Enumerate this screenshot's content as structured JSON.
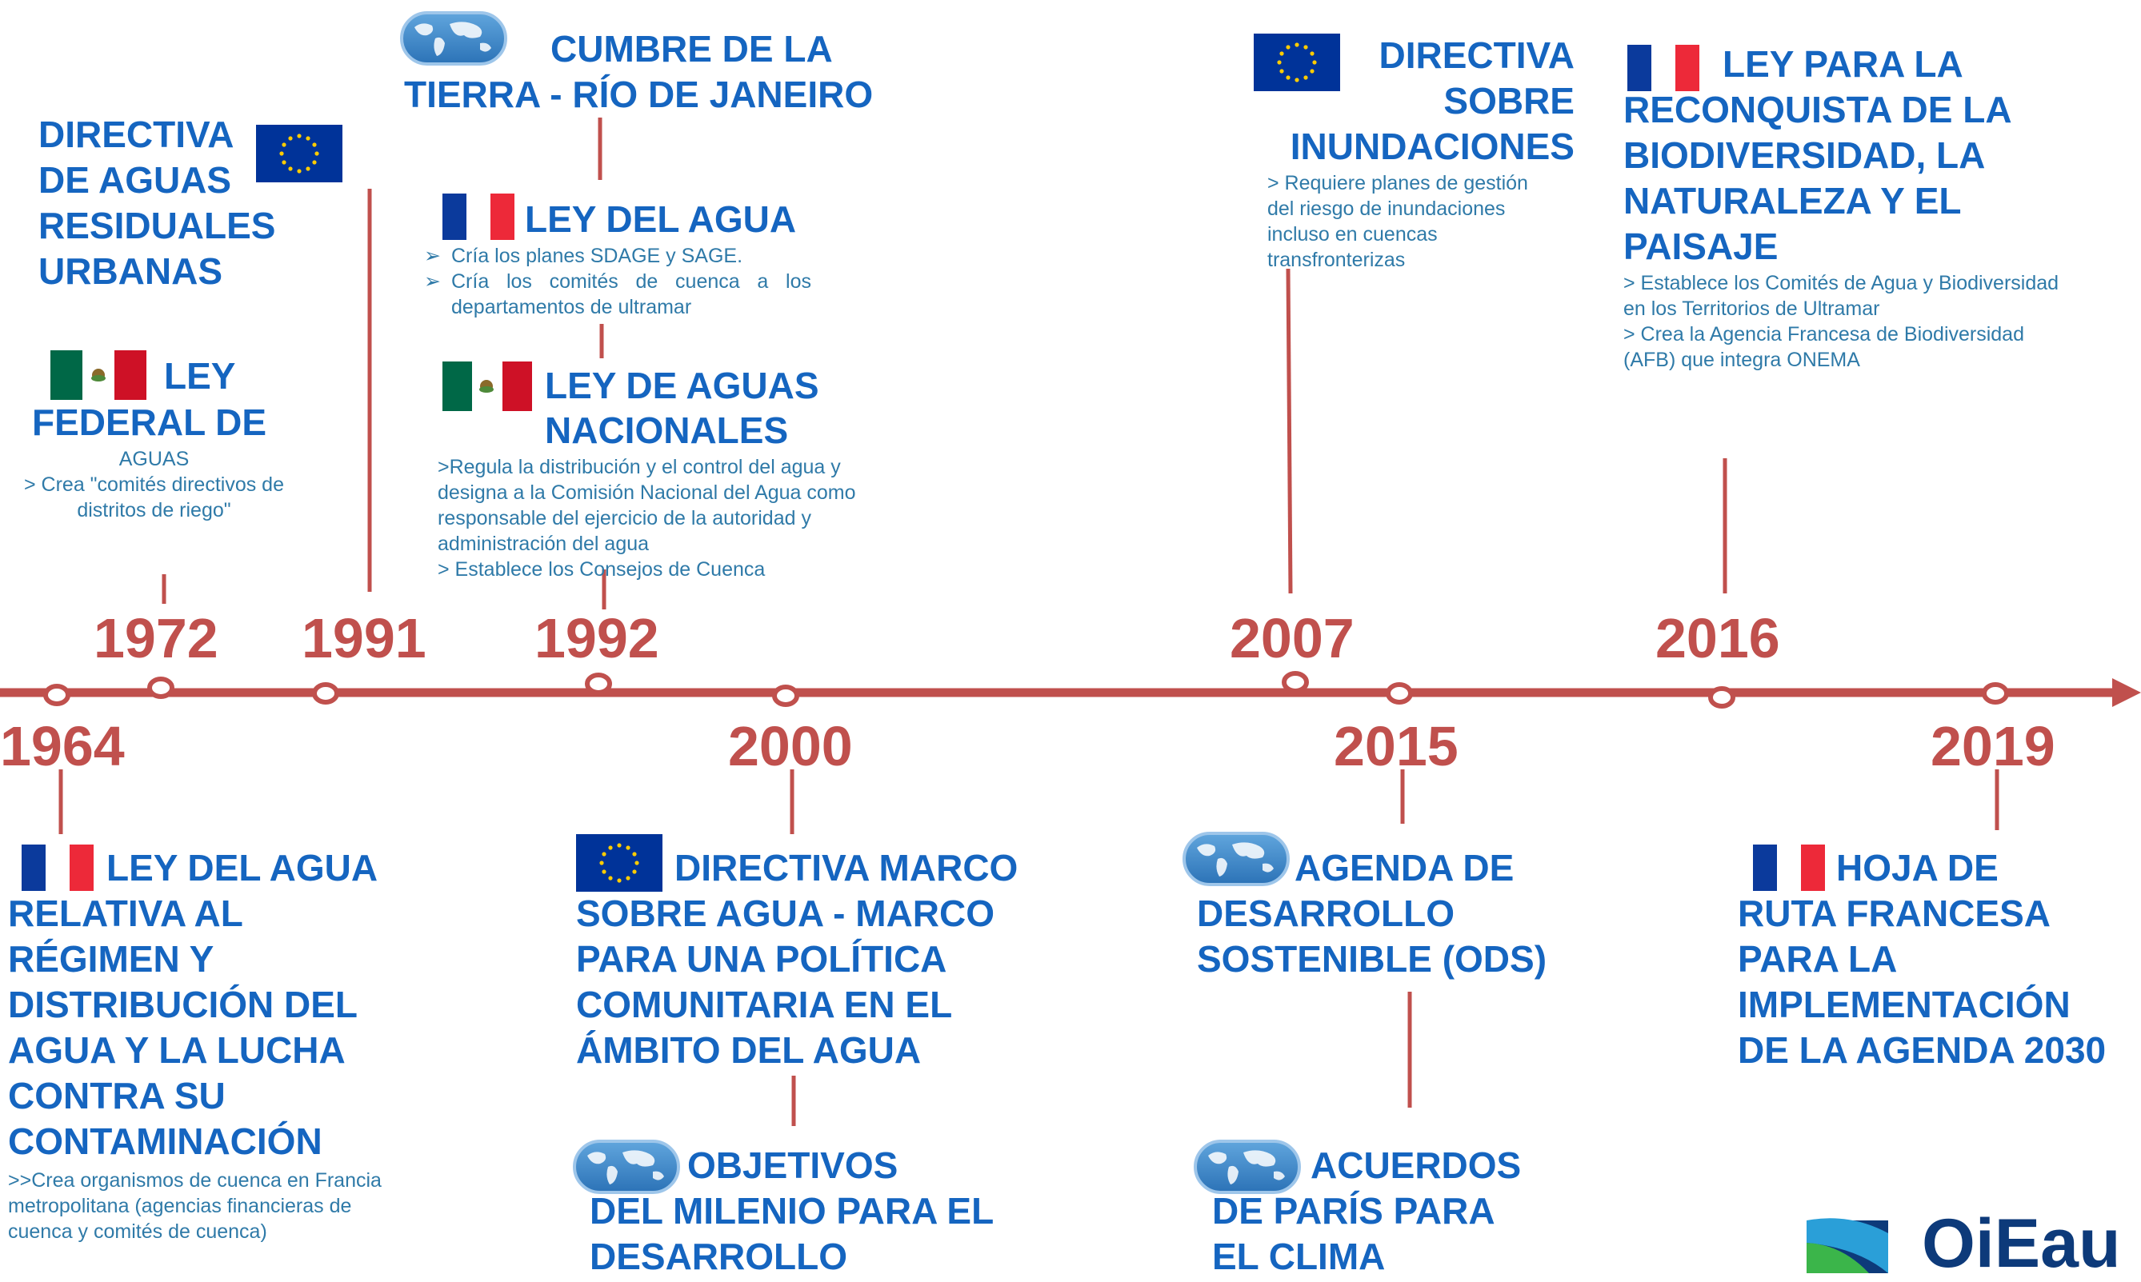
{
  "years": {
    "y1964": "1964",
    "y1972": "1972",
    "y1991": "1991",
    "y1992": "1992",
    "y2000": "2000",
    "y2007": "2007",
    "y2015": "2015",
    "y2016": "2016",
    "y2019": "2019"
  },
  "events": {
    "e1964": {
      "title_first": "LEY DEL AGUA",
      "title_rest": "RELATIVA AL RÉGIMEN Y DISTRIBUCIÓN DEL AGUA Y LA LUCHA CONTRA SU CONTAMINACIÓN",
      "desc": ">>Crea organismos de cuenca en Francia metropolitana (agencias financieras de cuenca y comités de cuenca)"
    },
    "e1972": {
      "title_first": "LEY",
      "title_rest": "FEDERAL DE",
      "desc_1": "AGUAS",
      "desc_2": "> Crea \"comités directivos de distritos de riego\""
    },
    "e1991": {
      "title_first": "DIRECTIVA",
      "title_rest": "DE AGUAS RESIDUALES URBANAS"
    },
    "e1992_cumbre": {
      "title_first": "CUMBRE DE LA",
      "title_rest": "TIERRA - RÍO DE JANEIRO"
    },
    "e1992_ley_agua": {
      "title": "LEY DEL AGUA",
      "bullets": [
        "Cría los planes SDAGE y SAGE.",
        "Cría los comités de cuenca a los departamentos de ultramar"
      ]
    },
    "e1992_aguas_nac": {
      "title_1": "LEY DE AGUAS",
      "title_2": "NACIONALES",
      "desc_1": ">Regula la distribución y el control del agua y designa a la Comisión Nacional del Agua como responsable del ejercicio de la autoridad y administración del agua",
      "desc_2": "> Establece los Consejos de Cuenca"
    },
    "e2000_dma": {
      "title_first": "DIRECTIVA MARCO",
      "title_rest": "SOBRE AGUA - MARCO PARA UNA POLÍTICA COMUNITARIA EN EL ÁMBITO DEL AGUA"
    },
    "e2000_odm": {
      "title_first": "OBJETIVOS",
      "title_rest": "DEL MILENIO PARA EL DESARROLLO"
    },
    "e2007": {
      "title_1": "DIRECTIVA",
      "title_2": "SOBRE",
      "title_3": "INUNDACIONES",
      "desc": "> Requiere planes de gestión del riesgo de inundaciones incluso en cuencas transfronterizas"
    },
    "e2015_ods": {
      "title_first": "AGENDA DE",
      "title_rest": "DESARROLLO SOSTENIBLE (ODS)"
    },
    "e2015_paris": {
      "title_first": "ACUERDOS",
      "title_rest": "DE PARÍS PARA EL CLIMA"
    },
    "e2016": {
      "title_first": "LEY PARA LA",
      "title_rest": "RECONQUISTA DE LA BIODIVERSIDAD, LA NATURALEZA Y EL PAISAJE",
      "desc_1": "> Establece los Comités de Agua y Biodiversidad en los Territorios de Ultramar",
      "desc_2": "> Crea la Agencia Francesa de Biodiversidad (AFB) que integra ONEMA"
    },
    "e2019": {
      "title_first": "HOJA DE",
      "title_rest": "RUTA FRANCESA PARA LA IMPLEMENTACIÓN DE LA AGENDA 2030"
    }
  },
  "logo": {
    "text": "OiEau"
  },
  "colors": {
    "timeline": "#c0504d",
    "title": "#1565c0",
    "desc": "#2f7aa8",
    "eu_blue": "#003399",
    "eu_star": "#ffcc00",
    "fr_blue": "#0b3a9c",
    "fr_red": "#ed2939",
    "mx_green": "#006847",
    "mx_red": "#ce1126"
  },
  "icons": {
    "france_flag": "france-flag-icon",
    "mexico_flag": "mexico-flag-icon",
    "eu_flag": "eu-flag-icon",
    "globe": "globe-icon",
    "arrow": "timeline-arrowhead"
  }
}
